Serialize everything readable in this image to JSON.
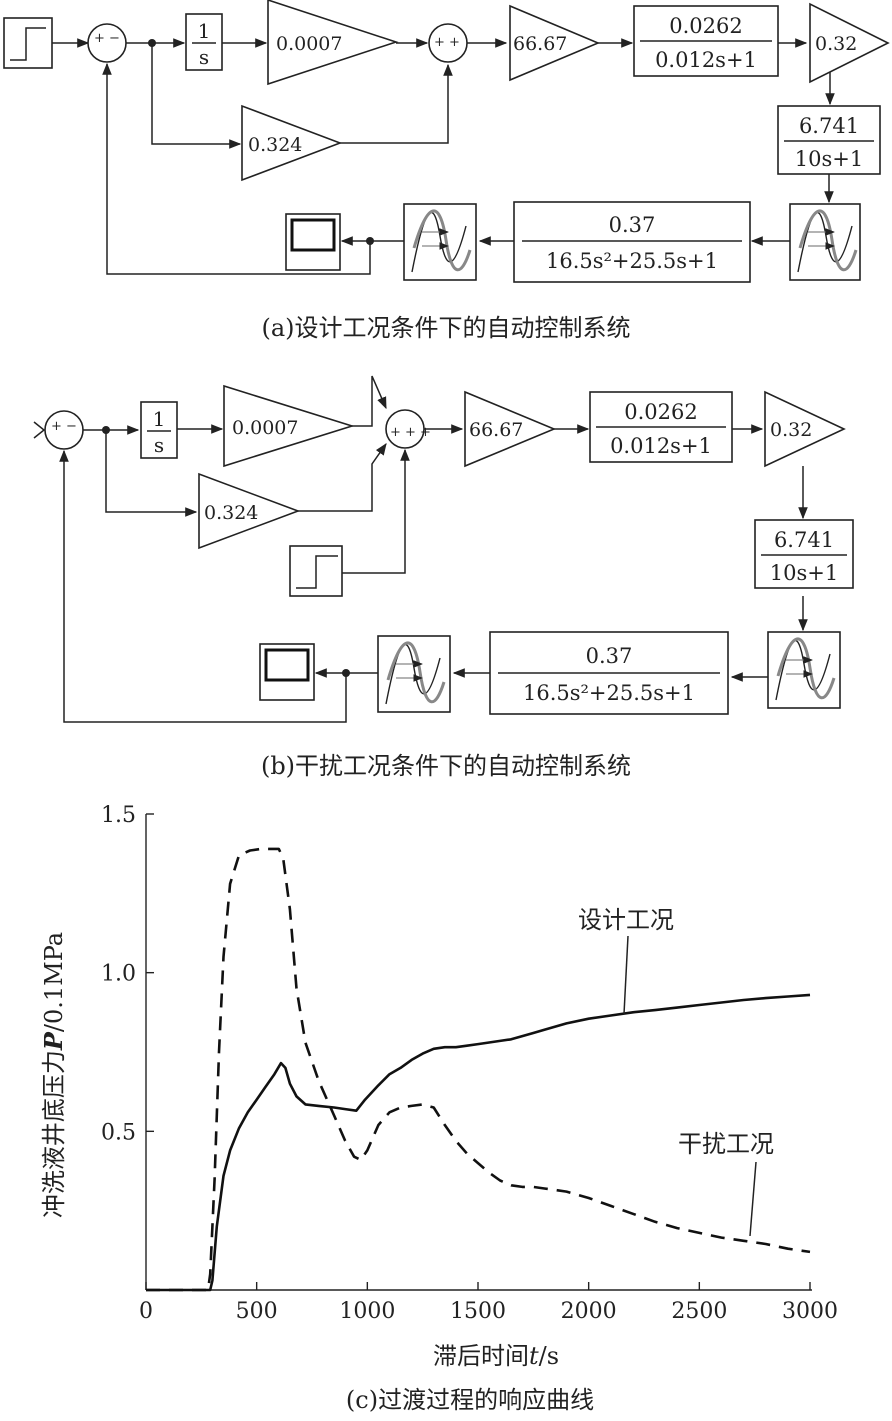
{
  "diagram_a": {
    "caption": "(a)设计工况条件下的自动控制系统",
    "integrator_num": "1",
    "integrator_den": "s",
    "gain_1": "0.0007",
    "gain_2": "0.324",
    "gain_3": "66.67",
    "tf1_num": "0.0262",
    "tf1_den": "0.012s+1",
    "gain_4": "0.32",
    "tf2_num": "6.741",
    "tf2_den": "10s+1",
    "tf3_num": "0.37",
    "tf3_den": "16.5s²+25.5s+1",
    "sum1_signs": "+ −",
    "sum2_signs": "+ +"
  },
  "diagram_b": {
    "caption": "(b)干扰工况条件下的自动控制系统",
    "integrator_num": "1",
    "integrator_den": "s",
    "gain_1": "0.0007",
    "gain_2": "0.324",
    "gain_3": "66.67",
    "tf1_num": "0.0262",
    "tf1_den": "0.012s+1",
    "gain_4": "0.32",
    "tf2_num": "6.741",
    "tf2_den": "10s+1",
    "tf3_num": "0.37",
    "tf3_den": "16.5s²+25.5s+1",
    "sum1_signs": "+ −",
    "sum2_signs": "+ + +"
  },
  "chart_data": {
    "type": "line",
    "caption": "(c)过渡过程的响应曲线",
    "xlabel_prefix": "滞后时间",
    "xlabel_var": "t",
    "xlabel_unit": "/s",
    "ylabel_prefix": "冲洗液井底压力",
    "ylabel_var": "P",
    "ylabel_unit": "/0.1MPa",
    "xlim": [
      0,
      3000
    ],
    "ylim": [
      0,
      1.5
    ],
    "xticks": [
      "0",
      "500",
      "1000",
      "1500",
      "2000",
      "2500",
      "3000"
    ],
    "yticks": [
      "0.5",
      "1.0",
      "1.5"
    ],
    "series": [
      {
        "name": "设计工况",
        "style": "solid",
        "x": [
          0,
          290,
          300,
          320,
          350,
          380,
          420,
          460,
          500,
          540,
          580,
          610,
          630,
          650,
          680,
          720,
          780,
          850,
          900,
          950,
          990,
          1050,
          1100,
          1150,
          1200,
          1250,
          1300,
          1350,
          1400,
          1450,
          1500,
          1550,
          1600,
          1650,
          1700,
          1750,
          1800,
          1900,
          2000,
          2100,
          2200,
          2300,
          2400,
          2500,
          2600,
          2700,
          2800,
          2900,
          3000
        ],
        "y": [
          0,
          0,
          0.03,
          0.2,
          0.36,
          0.44,
          0.51,
          0.56,
          0.6,
          0.64,
          0.68,
          0.715,
          0.7,
          0.65,
          0.61,
          0.585,
          0.58,
          0.575,
          0.57,
          0.565,
          0.6,
          0.645,
          0.68,
          0.7,
          0.725,
          0.745,
          0.76,
          0.765,
          0.765,
          0.77,
          0.775,
          0.78,
          0.785,
          0.79,
          0.8,
          0.81,
          0.82,
          0.84,
          0.855,
          0.865,
          0.875,
          0.882,
          0.89,
          0.898,
          0.906,
          0.914,
          0.92,
          0.925,
          0.93
        ]
      },
      {
        "name": "干扰工况",
        "style": "dashed",
        "x": [
          0,
          280,
          290,
          310,
          330,
          350,
          380,
          420,
          470,
          520,
          570,
          600,
          620,
          650,
          680,
          720,
          780,
          850,
          900,
          940,
          970,
          1000,
          1050,
          1100,
          1150,
          1200,
          1250,
          1300,
          1350,
          1400,
          1450,
          1500,
          1550,
          1600,
          1650,
          1700,
          1750,
          1800,
          1850,
          1900,
          2000,
          2100,
          2200,
          2300,
          2400,
          2500,
          2600,
          2700,
          2800,
          2900,
          3000
        ],
        "y": [
          0,
          0,
          0.05,
          0.35,
          0.75,
          1.05,
          1.28,
          1.37,
          1.385,
          1.39,
          1.39,
          1.39,
          1.36,
          1.2,
          0.95,
          0.78,
          0.66,
          0.55,
          0.47,
          0.42,
          0.41,
          0.44,
          0.52,
          0.56,
          0.575,
          0.58,
          0.585,
          0.575,
          0.52,
          0.47,
          0.43,
          0.4,
          0.37,
          0.345,
          0.33,
          0.325,
          0.325,
          0.32,
          0.315,
          0.31,
          0.29,
          0.265,
          0.24,
          0.215,
          0.195,
          0.18,
          0.165,
          0.155,
          0.145,
          0.13,
          0.12
        ]
      }
    ]
  }
}
